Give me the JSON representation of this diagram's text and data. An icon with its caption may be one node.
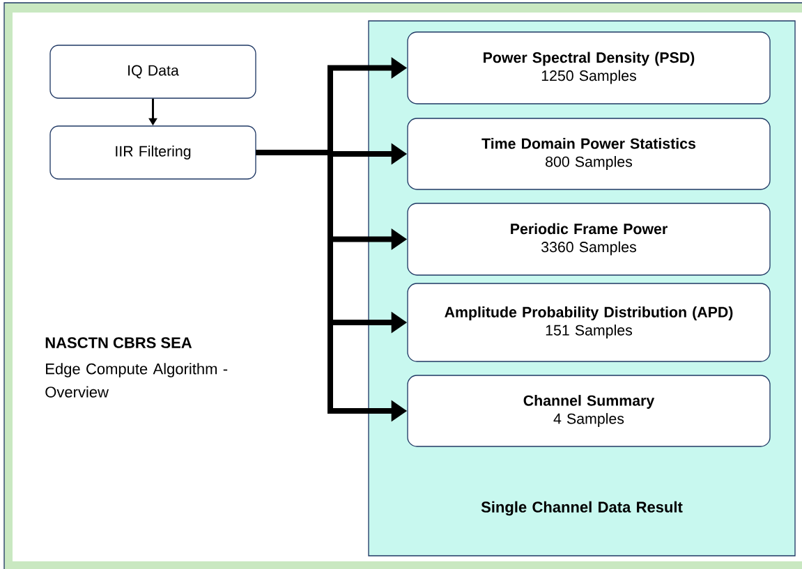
{
  "diagram": {
    "title": "NASCTN CBRS SEA",
    "nodes": [
      {
        "text": [
          "IQ Data"
        ]
      },
      {
        "text": [
          "IIR Filtering"
        ]
      },
      {
        "text": [
          "Single Channel Data Result"
        ]
      },
      {
        "text": [
          "Power Spectral Density (PSD)",
          "1250 Samples"
        ],
        "in": 2
      },
      {
        "text": [
          "Time Domain Power Statistics",
          "800 Samples"
        ],
        "in": 2
      },
      {
        "text": [
          "Periodic Frame Power",
          "3360 Samples"
        ],
        "in": 2
      },
      {
        "text": [
          "Amplitude Probability Distribution (APD)",
          "151 Samples"
        ],
        "in": 2
      },
      {
        "text": [
          "Channel Summary",
          "4 Samples"
        ],
        "in": 2
      }
    ],
    "edges": [
      {
        "from": 0,
        "to": 1,
        "arrow": "to"
      },
      {
        "from": 1,
        "to": 3,
        "arrow": "to"
      },
      {
        "from": 1,
        "to": 4,
        "arrow": "to"
      },
      {
        "from": 1,
        "to": 5,
        "arrow": "to"
      },
      {
        "from": 1,
        "to": 6,
        "arrow": "to"
      },
      {
        "from": 1,
        "to": 7,
        "arrow": "to"
      }
    ],
    "labels": [
      "Edge Compute Algorithm - Overview"
    ]
  }
}
